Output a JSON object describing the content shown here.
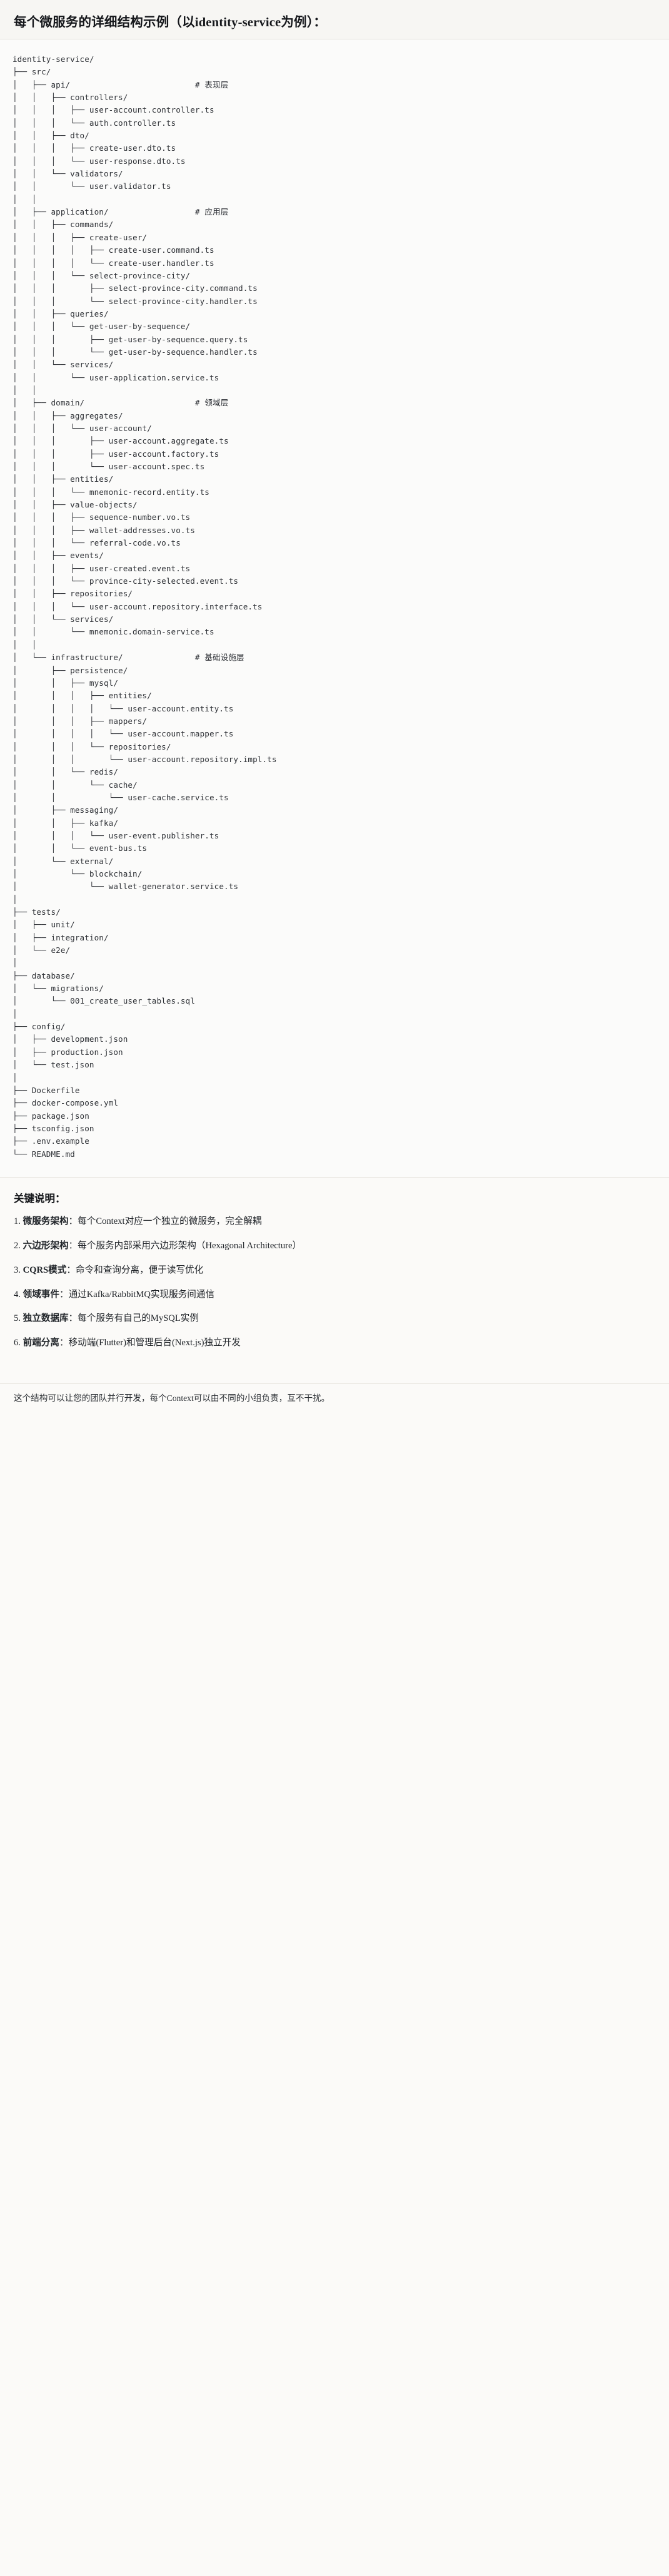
{
  "header": {
    "title": "每个微服务的详细结构示例（以identity-service为例）："
  },
  "tree": {
    "text": "identity-service/\n├── src/\n│   ├── api/                          # 表现层\n│   │   ├── controllers/\n│   │   │   ├── user-account.controller.ts\n│   │   │   └── auth.controller.ts\n│   │   ├── dto/\n│   │   │   ├── create-user.dto.ts\n│   │   │   └── user-response.dto.ts\n│   │   └── validators/\n│   │       └── user.validator.ts\n│   │\n│   ├── application/                  # 应用层\n│   │   ├── commands/\n│   │   │   ├── create-user/\n│   │   │   │   ├── create-user.command.ts\n│   │   │   │   └── create-user.handler.ts\n│   │   │   └── select-province-city/\n│   │   │       ├── select-province-city.command.ts\n│   │   │       └── select-province-city.handler.ts\n│   │   ├── queries/\n│   │   │   └── get-user-by-sequence/\n│   │   │       ├── get-user-by-sequence.query.ts\n│   │   │       └── get-user-by-sequence.handler.ts\n│   │   └── services/\n│   │       └── user-application.service.ts\n│   │\n│   ├── domain/                       # 领域层\n│   │   ├── aggregates/\n│   │   │   └── user-account/\n│   │   │       ├── user-account.aggregate.ts\n│   │   │       ├── user-account.factory.ts\n│   │   │       └── user-account.spec.ts\n│   │   ├── entities/\n│   │   │   └── mnemonic-record.entity.ts\n│   │   ├── value-objects/\n│   │   │   ├── sequence-number.vo.ts\n│   │   │   ├── wallet-addresses.vo.ts\n│   │   │   └── referral-code.vo.ts\n│   │   ├── events/\n│   │   │   ├── user-created.event.ts\n│   │   │   └── province-city-selected.event.ts\n│   │   ├── repositories/\n│   │   │   └── user-account.repository.interface.ts\n│   │   └── services/\n│   │       └── mnemonic.domain-service.ts\n│   │\n│   └── infrastructure/               # 基础设施层\n│       ├── persistence/\n│       │   ├── mysql/\n│       │   │   ├── entities/\n│       │   │   │   └── user-account.entity.ts\n│       │   │   ├── mappers/\n│       │   │   │   └── user-account.mapper.ts\n│       │   │   └── repositories/\n│       │   │       └── user-account.repository.impl.ts\n│       │   └── redis/\n│       │       └── cache/\n│       │           └── user-cache.service.ts\n│       ├── messaging/\n│       │   ├── kafka/\n│       │   │   └── user-event.publisher.ts\n│       │   └── event-bus.ts\n│       └── external/\n│           └── blockchain/\n│               └── wallet-generator.service.ts\n│\n├── tests/\n│   ├── unit/\n│   ├── integration/\n│   └── e2e/\n│\n├── database/\n│   └── migrations/\n│       └── 001_create_user_tables.sql\n│\n├── config/\n│   ├── development.json\n│   ├── production.json\n│   └── test.json\n│\n├── Dockerfile\n├── docker-compose.yml\n├── package.json\n├── tsconfig.json\n├── .env.example\n└── README.md"
  },
  "notes": {
    "heading": "关键说明：",
    "items": [
      {
        "term": "微服务架构",
        "desc": "：每个Context对应一个独立的微服务，完全解耦"
      },
      {
        "term": "六边形架构",
        "desc": "：每个服务内部采用六边形架构（Hexagonal Architecture）"
      },
      {
        "term": "CQRS模式",
        "desc": "：命令和查询分离，便于读写优化"
      },
      {
        "term": "领域事件",
        "desc": "：通过Kafka/RabbitMQ实现服务间通信"
      },
      {
        "term": "独立数据库",
        "desc": "：每个服务有自己的MySQL实例"
      },
      {
        "term": "前端分离",
        "desc": "：移动端(Flutter)和管理后台(Next.js)独立开发"
      }
    ],
    "closing": "这个结构可以让您的团队并行开发，每个Context可以由不同的小组负责，互不干扰。"
  },
  "colors": {
    "page_bg": "#fbfaf8",
    "header_bg": "#f7f6f3",
    "code_bg": "#fbfbfa",
    "border": "#e6e3dd",
    "text": "#1f2328",
    "code_text": "#2f3237"
  }
}
